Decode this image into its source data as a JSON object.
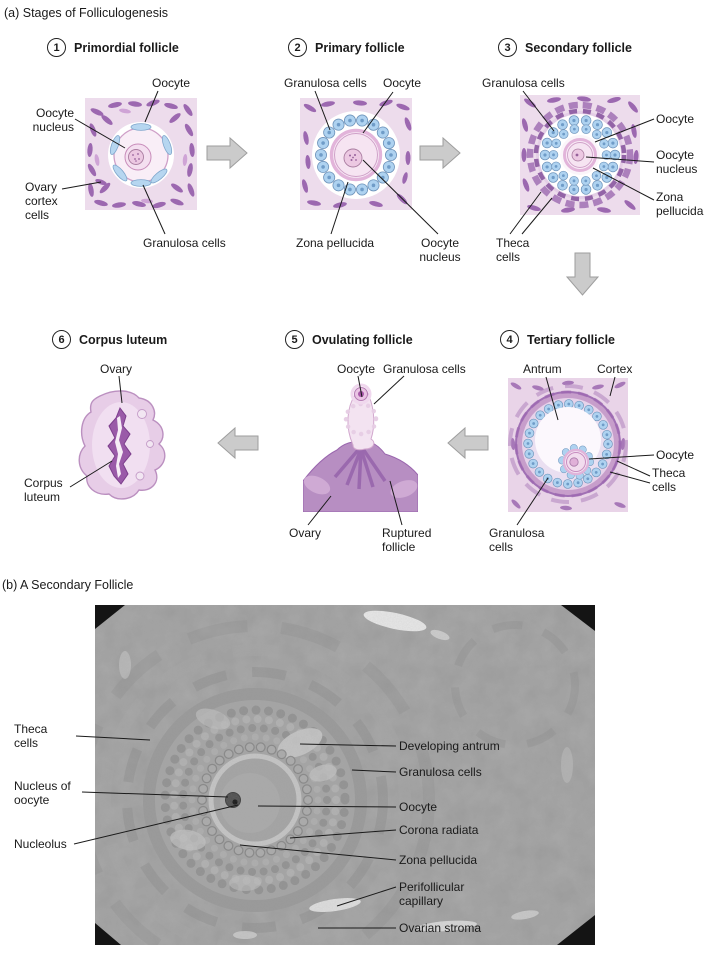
{
  "palette": {
    "tissue_pink": "#eddcec",
    "stroma_purple": "#9c68b0",
    "granulosa_blue": "#aed2f0",
    "zona_pink": "#e2b4da",
    "theca_purple": "#a070b4",
    "arrow_gray": "#cbcbcb",
    "micrograph_gray": "#9b9b9b",
    "text_color": "#1a1a1a"
  },
  "titles": {
    "section_a": "(a) Stages of Folliculogenesis",
    "section_b": "(b) A Secondary Follicle"
  },
  "stages": [
    {
      "number": "1",
      "title": "Primordial follicle"
    },
    {
      "number": "2",
      "title": "Primary follicle"
    },
    {
      "number": "3",
      "title": "Secondary follicle"
    },
    {
      "number": "4",
      "title": "Tertiary follicle"
    },
    {
      "number": "5",
      "title": "Ovulating follicle"
    },
    {
      "number": "6",
      "title": "Corpus luteum"
    }
  ],
  "a_labels": {
    "s1_oocyte": "Oocyte",
    "s1_oocyte_nucleus": "Oocyte nucleus",
    "s1_ovary_cortex_cells": "Ovary cortex cells",
    "s1_granulosa_cells": "Granulosa cells",
    "s2_granulosa_cells": "Granulosa cells",
    "s2_oocyte": "Oocyte",
    "s2_zona_pellucida": "Zona pellucida",
    "s2_oocyte_nucleus": "Oocyte nucleus",
    "s3_granulosa_cells": "Granulosa cells",
    "s3_oocyte": "Oocyte",
    "s3_oocyte_nucleus": "Oocyte nucleus",
    "s3_zona_pellucida": "Zona pellucida",
    "s3_theca_cells": "Theca cells",
    "s4_antrum": "Antrum",
    "s4_cortex": "Cortex",
    "s4_oocyte": "Oocyte",
    "s4_theca_cells": "Theca cells",
    "s4_granulosa_cells": "Granulosa cells",
    "s5_oocyte": "Oocyte",
    "s5_granulosa_cells": "Granulosa cells",
    "s5_ovary": "Ovary",
    "s5_ruptured_follicle": "Ruptured follicle",
    "s6_ovary": "Ovary",
    "s6_corpus_luteum": "Corpus luteum"
  },
  "b_labels": {
    "theca_cells": "Theca cells",
    "nucleus_of_oocyte": "Nucleus of oocyte",
    "nucleolus": "Nucleolus",
    "developing_antrum": "Developing antrum",
    "granulosa_cells": "Granulosa cells",
    "oocyte": "Oocyte",
    "corona_radiata": "Corona radiata",
    "zona_pellucida": "Zona pellucida",
    "perifollicular_capillary": "Perifollicular capillary",
    "ovarian_stroma": "Ovarian stroma"
  }
}
